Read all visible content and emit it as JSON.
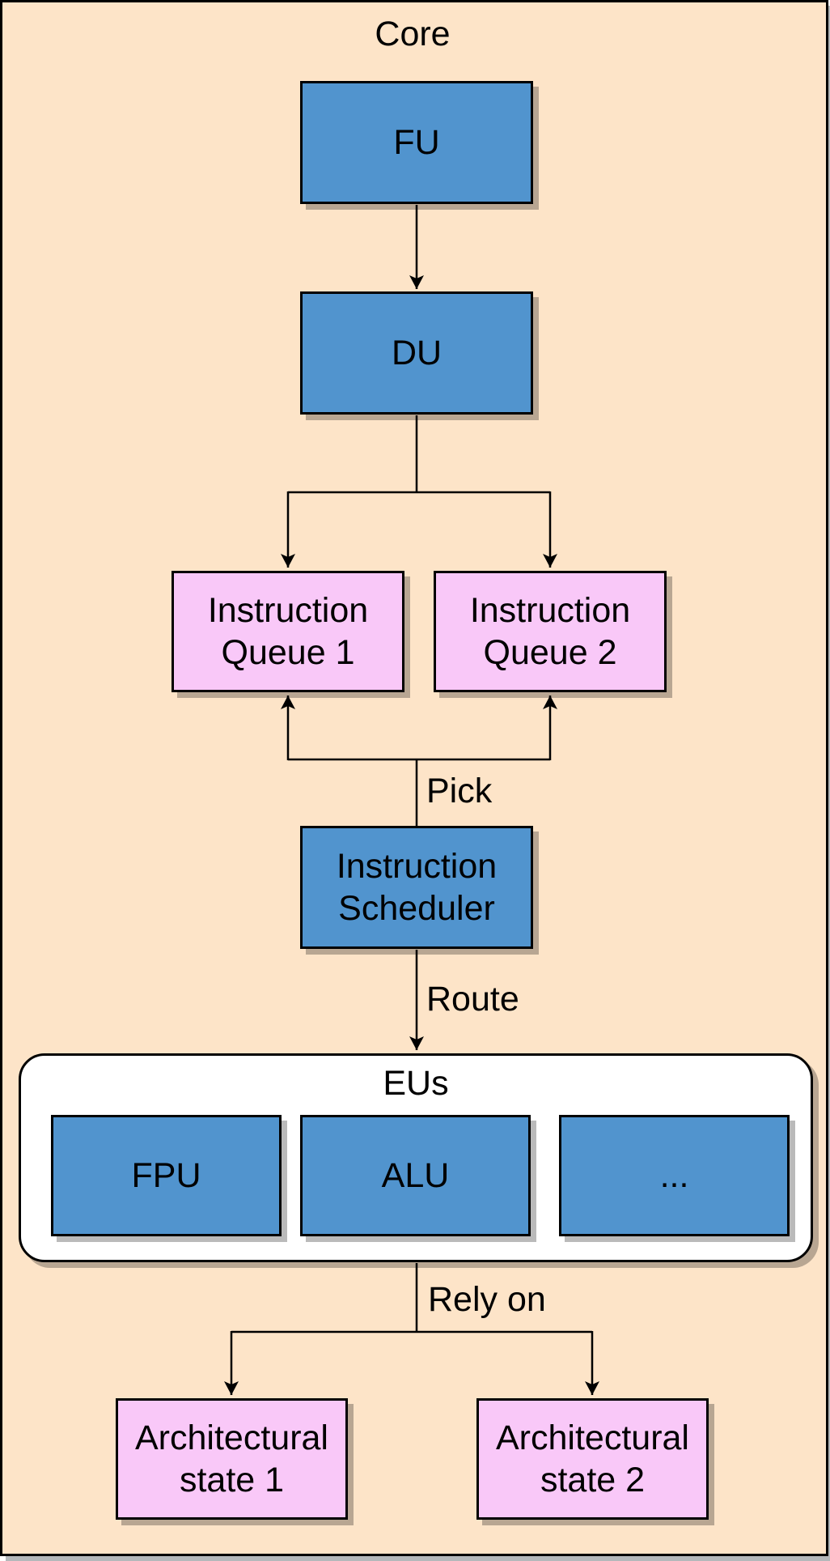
{
  "diagram": {
    "title": "Core",
    "nodes": {
      "fu": {
        "label": "FU",
        "fill": "#5194CE"
      },
      "du": {
        "label": "DU",
        "fill": "#5194CE"
      },
      "iq1": {
        "label": "Instruction Queue 1",
        "fill": "#F9C8F8"
      },
      "iq2": {
        "label": "Instruction Queue 2",
        "fill": "#F9C8F8"
      },
      "scheduler": {
        "label": "Instruction Scheduler",
        "fill": "#5194CE"
      },
      "eus": {
        "label": "EUs",
        "fill": "#FFFFFF"
      },
      "fpu": {
        "label": "FPU",
        "fill": "#5194CE"
      },
      "alu": {
        "label": "ALU",
        "fill": "#5194CE"
      },
      "more_eus": {
        "label": "...",
        "fill": "#5194CE"
      },
      "arch_state_1": {
        "label": "Architectural state 1",
        "fill": "#F9C8F8"
      },
      "arch_state_2": {
        "label": "Architectural state 2",
        "fill": "#F9C8F8"
      }
    },
    "edge_labels": {
      "pick": "Pick",
      "route": "Route",
      "rely_on": "Rely on"
    },
    "colors": {
      "background": "#FDE4C8",
      "blue_node": "#5194CE",
      "pink_node": "#F9C8F8",
      "container_fill": "#FFFFFF",
      "line_and_border": "#000000",
      "frame_shadow": "#B4B8BB"
    }
  }
}
